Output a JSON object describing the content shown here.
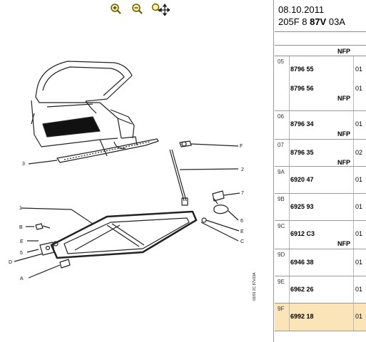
{
  "toolbar": {
    "zoom_in": "zoom-in",
    "zoom_out": "zoom-out",
    "zoom_pan": "zoom-pan"
  },
  "header": {
    "date": "08.10.2011",
    "model_prefix": "205F 8 ",
    "model_bold": "87V",
    "model_suffix": " 03A",
    "top_nfp": "NFP"
  },
  "diagram": {
    "labels": [
      "3",
      "2",
      "F",
      "1",
      "7",
      "B",
      "6",
      "E",
      "E",
      "C",
      "5",
      "A",
      "D"
    ],
    "side_caption": "03/91  2C  87V03A"
  },
  "parts": [
    {
      "pos": "05",
      "lines": [
        {
          "pn": "8796 55",
          "qty": "01"
        },
        {
          "pn": "8796 56",
          "qty": "01",
          "nfp": "NFP"
        }
      ]
    },
    {
      "pos": "06",
      "lines": [
        {
          "pn": "8796 34",
          "qty": "01",
          "nfp": "NFP"
        }
      ]
    },
    {
      "pos": "07",
      "lines": [
        {
          "pn": "8796 35",
          "qty": "02",
          "nfp": "NFP"
        }
      ]
    },
    {
      "pos": "9A",
      "lines": [
        {
          "pn": "6920 47",
          "qty": "01"
        }
      ]
    },
    {
      "pos": "9B",
      "lines": [
        {
          "pn": "6925 93",
          "qty": "01"
        }
      ]
    },
    {
      "pos": "9C",
      "lines": [
        {
          "pn": "6912 C3",
          "qty": "01",
          "nfp": "NFP"
        }
      ]
    },
    {
      "pos": "9D",
      "lines": [
        {
          "pn": "6946 38",
          "qty": "01"
        }
      ]
    },
    {
      "pos": "9E",
      "lines": [
        {
          "pn": "6962 26",
          "qty": "01"
        }
      ]
    },
    {
      "pos": "9F",
      "lines": [
        {
          "pn": "6992 18",
          "qty": "01"
        }
      ]
    }
  ],
  "selected_row": "9F",
  "colors": {
    "selected_row": "#fbe4b8",
    "border": "#9a9a9a"
  }
}
